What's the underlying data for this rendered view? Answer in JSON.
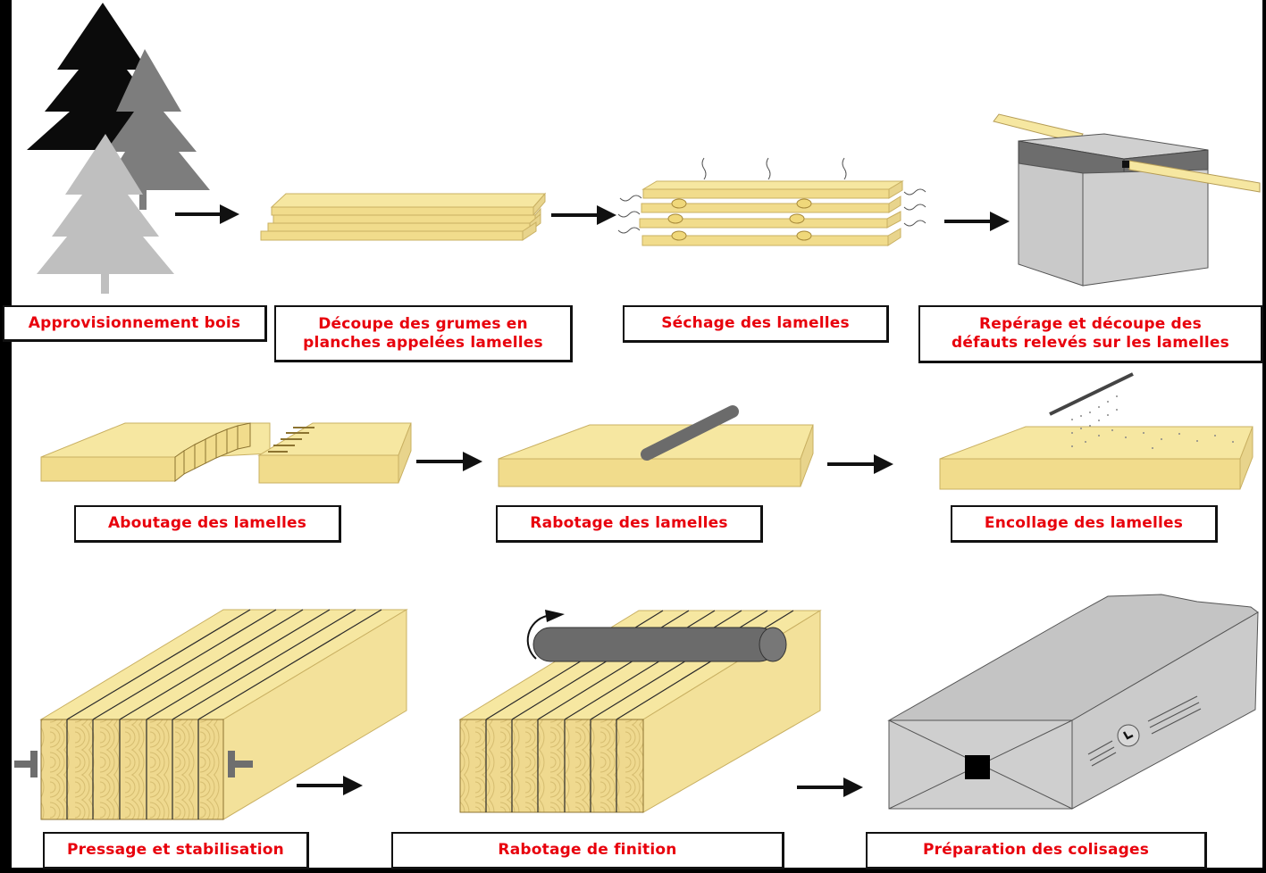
{
  "diagram": {
    "title": "",
    "colors": {
      "wood": "#f6e7a1",
      "wood_edge": "#d9c27a",
      "wood_end": "#e8d48c",
      "machine_gray": "#c9c9c9",
      "machine_dark": "#6d6d6d",
      "tree_black": "#0b0b0b",
      "tree_gray": "#7d7d7d",
      "tree_light": "#bfbfbf",
      "label_text": "#e8000c",
      "label_border": "#111111",
      "arrow": "#111111"
    },
    "steps": [
      {
        "id": 1,
        "row": 1,
        "illustration": "trees-icon",
        "label_lines": [
          "Approvisionnement bois"
        ]
      },
      {
        "id": 2,
        "row": 1,
        "illustration": "stacked-boards-icon",
        "label_lines": [
          "Découpe des grumes en",
          "planches appelées lamelles"
        ]
      },
      {
        "id": 3,
        "row": 1,
        "illustration": "drying-stack-icon",
        "label_lines": [
          "Séchage des lamelles"
        ]
      },
      {
        "id": 4,
        "row": 1,
        "illustration": "defect-scanner-icon",
        "label_lines": [
          "Repérage et découpe des",
          "défauts relevés sur les lamelles"
        ]
      },
      {
        "id": 5,
        "row": 2,
        "illustration": "finger-joint-icon",
        "label_lines": [
          "Aboutage des lamelles"
        ]
      },
      {
        "id": 6,
        "row": 2,
        "illustration": "planing-roller-icon",
        "label_lines": [
          "Rabotage des lamelles"
        ]
      },
      {
        "id": 7,
        "row": 2,
        "illustration": "glue-spreader-icon",
        "label_lines": [
          "Encollage des lamelles"
        ]
      },
      {
        "id": 8,
        "row": 3,
        "illustration": "press-beam-icon",
        "label_lines": [
          "Pressage et stabilisation"
        ]
      },
      {
        "id": 9,
        "row": 3,
        "illustration": "finish-planing-icon",
        "label_lines": [
          "Rabotage de finition"
        ]
      },
      {
        "id": 10,
        "row": 3,
        "illustration": "wrapped-package-icon",
        "label_lines": [
          "Préparation des colisages"
        ]
      }
    ],
    "arrows": [
      {
        "from": 1,
        "to": 2
      },
      {
        "from": 2,
        "to": 3
      },
      {
        "from": 3,
        "to": 4
      },
      {
        "from": 5,
        "to": 6
      },
      {
        "from": 6,
        "to": 7
      },
      {
        "from": 8,
        "to": 9
      },
      {
        "from": 9,
        "to": 10
      }
    ]
  }
}
